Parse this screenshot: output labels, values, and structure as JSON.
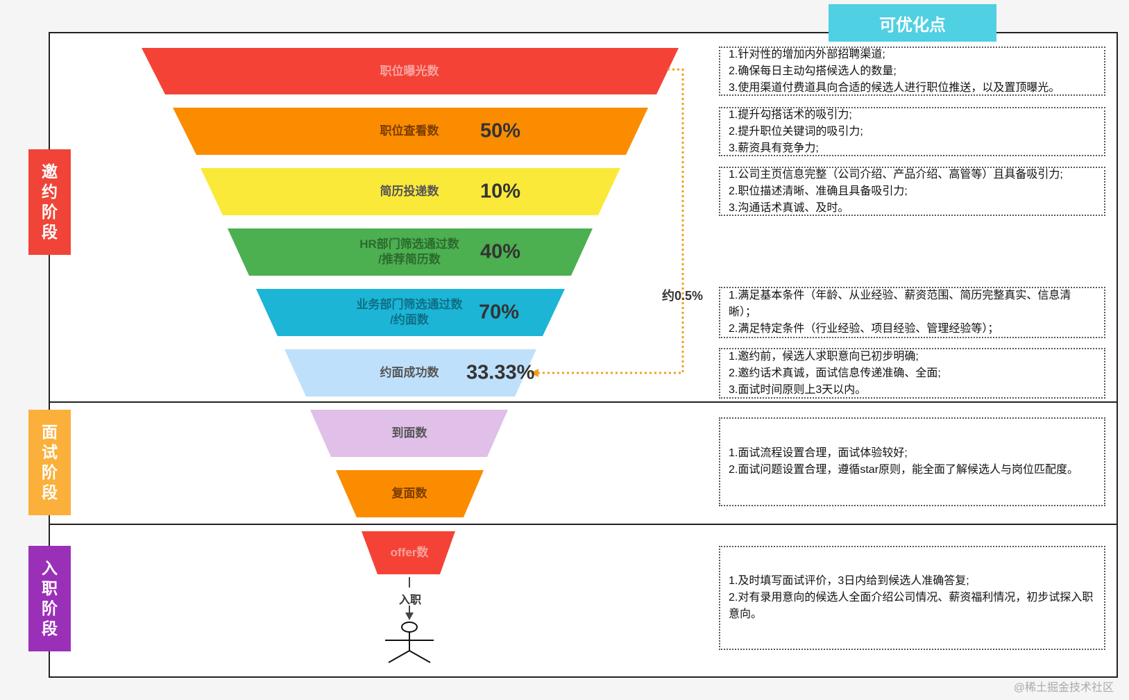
{
  "header_title": "可优化点",
  "stages": [
    {
      "label": "邀约阶段",
      "color": "#f04438"
    },
    {
      "label": "面试阶段",
      "color": "#fbb03b"
    },
    {
      "label": "入职阶段",
      "color": "#9b30b8"
    }
  ],
  "funnel": [
    {
      "label": "职位曝光数",
      "pct": "",
      "color": "#f44336",
      "text_color": "#f8a3a0"
    },
    {
      "label": "职位查看数",
      "pct": "50%",
      "color": "#fb8c00",
      "text_color": "#7a3d00"
    },
    {
      "label": "简历投递数",
      "pct": "10%",
      "color": "#fbe93a",
      "text_color": "#555"
    },
    {
      "label": "HR部门筛选通过数\n/推荐简历数",
      "pct": "40%",
      "color": "#4caf50",
      "text_color": "#2b6b2e"
    },
    {
      "label": "业务部门筛选通过数\n/约面数",
      "pct": "70%",
      "color": "#1cb5d6",
      "text_color": "#0e6f86"
    },
    {
      "label": "约面成功数",
      "pct": "33.33%",
      "color": "#bfe0fb",
      "text_color": "#555"
    },
    {
      "label": "到面数",
      "pct": "",
      "color": "#e0bfe8",
      "text_color": "#555"
    },
    {
      "label": "复面数",
      "pct": "",
      "color": "#fb8c00",
      "text_color": "#7a3d00"
    },
    {
      "label": "offer数",
      "pct": "",
      "color": "#f44336",
      "text_color": "#f7a09a"
    }
  ],
  "conversion_label": "约0.5%",
  "hire_label": "入职",
  "notes": [
    {
      "lines": [
        "1.针对性的增加内外部招聘渠道;",
        "2.确保每日主动勾搭候选人的数量;",
        "3.使用渠道付费道具向合适的候选人进行职位推送，以及置顶曝光。"
      ]
    },
    {
      "lines": [
        "1.提升勾搭话术的吸引力;",
        "2.提升职位关键词的吸引力;",
        "3.薪资具有竞争力;"
      ]
    },
    {
      "lines": [
        "1.公司主页信息完整（公司介绍、产品介绍、高管等）且具备吸引力;",
        "2.职位描述清晰、准确且具备吸引力;",
        "3.沟通话术真诚、及时。"
      ]
    },
    {
      "lines": [
        "1.满足基本条件（年龄、从业经验、薪资范围、简历完整真实、信息清晰）；",
        "2.满足特定条件（行业经验、项目经验、管理经验等）；"
      ]
    },
    {
      "lines": [
        "1.邀约前，候选人求职意向已初步明确;",
        "2.邀约话术真诚，面试信息传递准确、全面;",
        "3.面试时间原则上3天以内。"
      ]
    },
    {
      "lines": [
        "1.面试流程设置合理，面试体验较好;",
        "2.面试问题设置合理，遵循star原则，能全面了解候选人与岗位匹配度。"
      ]
    },
    {
      "lines": [
        "1.及时填写面试评价，3日内给到候选人准确答复;",
        "2.对有录用意向的候选人全面介绍公司情况、薪资福利情况，初步试探入职意向。"
      ]
    }
  ],
  "watermark": "@稀土掘金技术社区"
}
